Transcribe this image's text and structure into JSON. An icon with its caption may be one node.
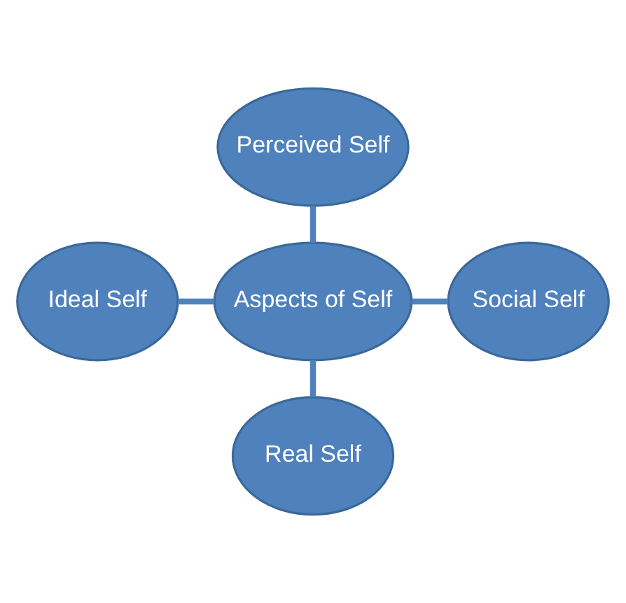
{
  "diagram": {
    "nodes": [
      {
        "text": [
          "Perceived Self"
        ]
      },
      {
        "text": [
          "Ideal Self"
        ]
      },
      {
        "text": [
          "Aspects of Self"
        ]
      },
      {
        "text": [
          "Social Self"
        ]
      },
      {
        "text": [
          "Real Self"
        ]
      }
    ],
    "edges": [
      {
        "from": 0,
        "to": 2,
        "arrow": "none"
      },
      {
        "from": 1,
        "to": 2,
        "arrow": "none"
      },
      {
        "from": 2,
        "to": 3,
        "arrow": "none"
      },
      {
        "from": 2,
        "to": 4,
        "arrow": "none"
      }
    ]
  }
}
